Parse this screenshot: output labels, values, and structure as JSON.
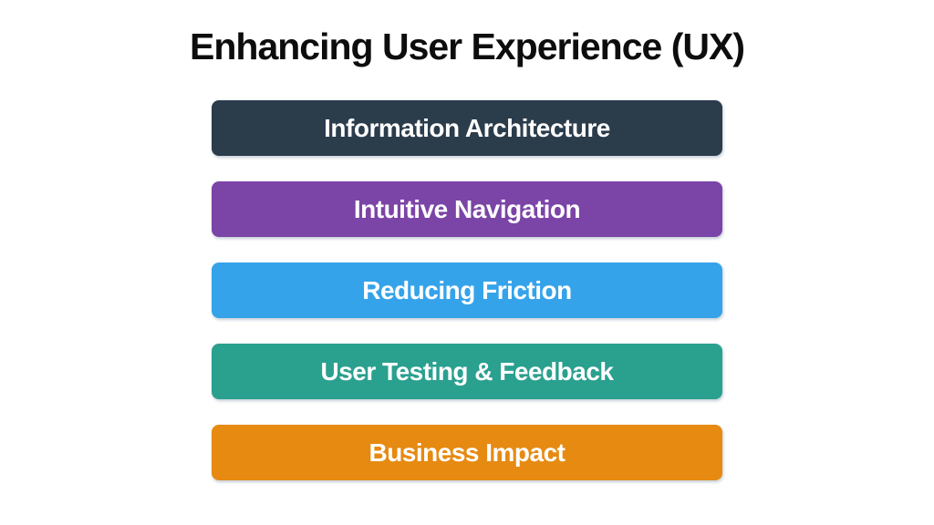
{
  "title": "Enhancing User Experience (UX)",
  "colors": {
    "background": "#ffffff",
    "title_text": "#0d0d0d",
    "bar_text": "#ffffff"
  },
  "bars": [
    {
      "label": "Information Architecture",
      "color": "#2b3c4b"
    },
    {
      "label": "Intuitive Navigation",
      "color": "#7b44a7"
    },
    {
      "label": "Reducing Friction",
      "color": "#35a3ea"
    },
    {
      "label": "User Testing & Feedback",
      "color": "#2aa08f"
    },
    {
      "label": "Business Impact",
      "color": "#e68a11"
    }
  ]
}
